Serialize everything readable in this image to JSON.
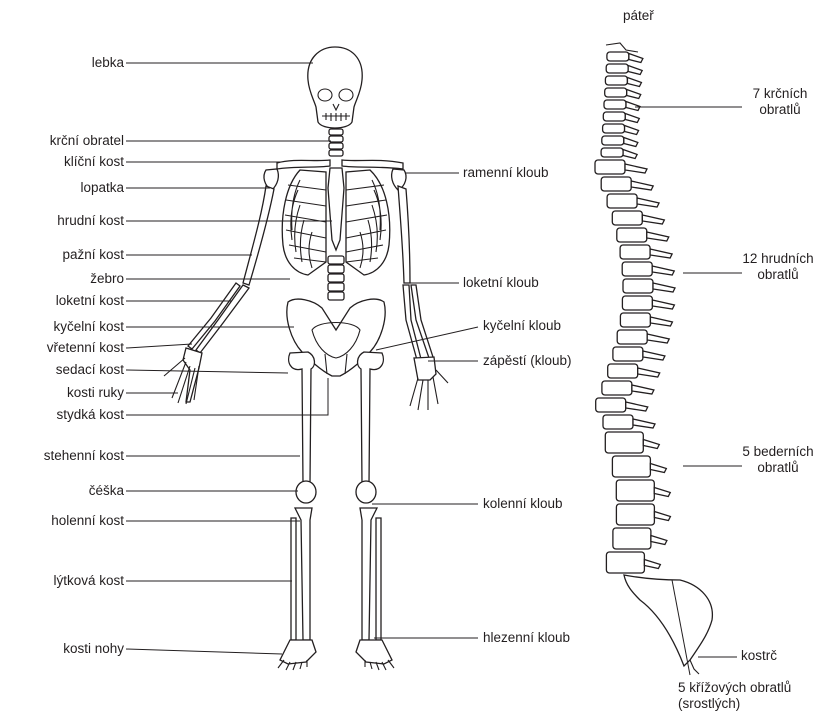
{
  "left_labels": {
    "skull": "lebka",
    "cervical_vertebra": "krční obratel",
    "clavicle": "klíční kost",
    "scapula": "lopatka",
    "sternum": "hrudní kost",
    "humerus": "pažní kost",
    "rib": "žebro",
    "ulna": "loketní kost",
    "ilium": "kyčelní kost",
    "radius": "vřetenní kost",
    "ischium": "sedací kost",
    "hand_bones": "kosti ruky",
    "pubis": "stydká kost",
    "femur": "stehenní kost",
    "patella": "čéška",
    "tibia": "holenní kost",
    "fibula": "lýtková kost",
    "foot_bones": "kosti nohy"
  },
  "right_labels": {
    "shoulder_joint": "ramenní kloub",
    "elbow_joint": "loketní kloub",
    "hip_joint": "kyčelní kloub",
    "wrist_joint": "zápěstí (kloub)",
    "knee_joint": "kolenní kloub",
    "ankle_joint": "hlezenní kloub"
  },
  "spine": {
    "title": "páteř",
    "cervical_line1": "7 krčních",
    "cervical_line2": "obratlů",
    "thoracic_line1": "12 hrudních",
    "thoracic_line2": "obratlů",
    "lumbar_line1": "5 bederních",
    "lumbar_line2": "obratlů",
    "coccyx": "kostrč",
    "sacral_line1": "5 křížových obratlů",
    "sacral_line2": "(srostlých)"
  }
}
